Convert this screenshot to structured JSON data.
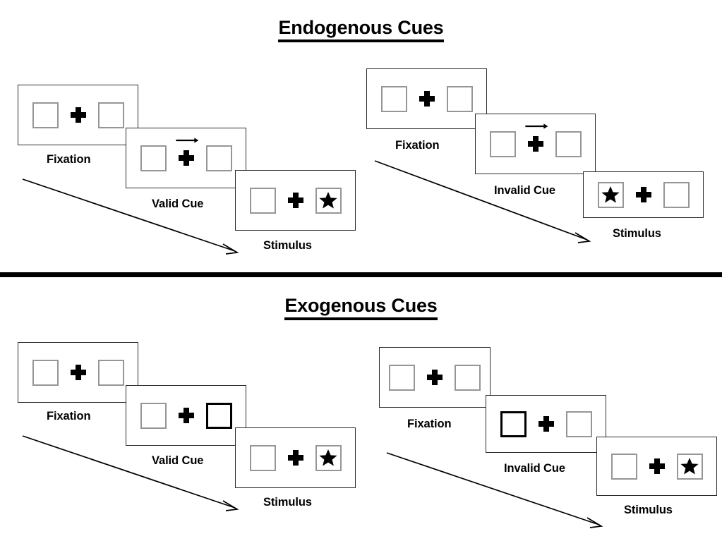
{
  "figure": {
    "title_endogenous": "Endogenous Cues",
    "title_exogenous": "Exogenous Cues",
    "colors": {
      "background": "#ffffff",
      "frame_border": "#2b2b2b",
      "square_border": "#969696",
      "cued_square_border": "#000000",
      "ink": "#000000"
    }
  },
  "sections": [
    {
      "id": "endogenous",
      "title": "Endogenous Cues",
      "cue_type": "arrow",
      "sequences": [
        {
          "id": "endogenous-valid",
          "condition": "Valid",
          "cards": [
            {
              "stage": "Fixation",
              "label": "Fixation",
              "left_square": "empty",
              "right_square": "empty",
              "arrow": "none"
            },
            {
              "stage": "Cue",
              "label": "Valid Cue",
              "left_square": "empty",
              "right_square": "empty",
              "arrow": "right"
            },
            {
              "stage": "Stimulus",
              "label": "Stimulus",
              "left_square": "empty",
              "right_square": "star",
              "arrow": "none"
            }
          ]
        },
        {
          "id": "endogenous-invalid",
          "condition": "Invalid",
          "cards": [
            {
              "stage": "Fixation",
              "label": "Fixation",
              "left_square": "empty",
              "right_square": "empty",
              "arrow": "none"
            },
            {
              "stage": "Cue",
              "label": "Invalid Cue",
              "left_square": "empty",
              "right_square": "empty",
              "arrow": "right"
            },
            {
              "stage": "Stimulus",
              "label": "Stimulus",
              "left_square": "star",
              "right_square": "empty",
              "arrow": "none"
            }
          ]
        }
      ]
    },
    {
      "id": "exogenous",
      "title": "Exogenous Cues",
      "cue_type": "peripheral-box",
      "sequences": [
        {
          "id": "exogenous-valid",
          "condition": "Valid",
          "cards": [
            {
              "stage": "Fixation",
              "label": "Fixation",
              "left_square": "empty",
              "right_square": "empty",
              "arrow": "none"
            },
            {
              "stage": "Cue",
              "label": "Valid Cue",
              "left_square": "empty",
              "right_square": "cued",
              "arrow": "none"
            },
            {
              "stage": "Stimulus",
              "label": "Stimulus",
              "left_square": "empty",
              "right_square": "star",
              "arrow": "none"
            }
          ]
        },
        {
          "id": "exogenous-invalid",
          "condition": "Invalid",
          "cards": [
            {
              "stage": "Fixation",
              "label": "Fixation",
              "left_square": "empty",
              "right_square": "empty",
              "arrow": "none"
            },
            {
              "stage": "Cue",
              "label": "Invalid Cue",
              "left_square": "cued",
              "right_square": "empty",
              "arrow": "none"
            },
            {
              "stage": "Stimulus",
              "label": "Stimulus",
              "left_square": "empty",
              "right_square": "star",
              "arrow": "none"
            }
          ]
        }
      ]
    }
  ],
  "labels": {
    "fixation": "Fixation",
    "valid_cue": "Valid Cue",
    "invalid_cue": "Invalid Cue",
    "stimulus": "Stimulus"
  },
  "icons": {
    "fixation_cross": "fixation-cross-icon",
    "cue_arrow": "arrow-right-icon",
    "target": "star-icon",
    "time_flow": "time-flow-arrow-icon"
  }
}
